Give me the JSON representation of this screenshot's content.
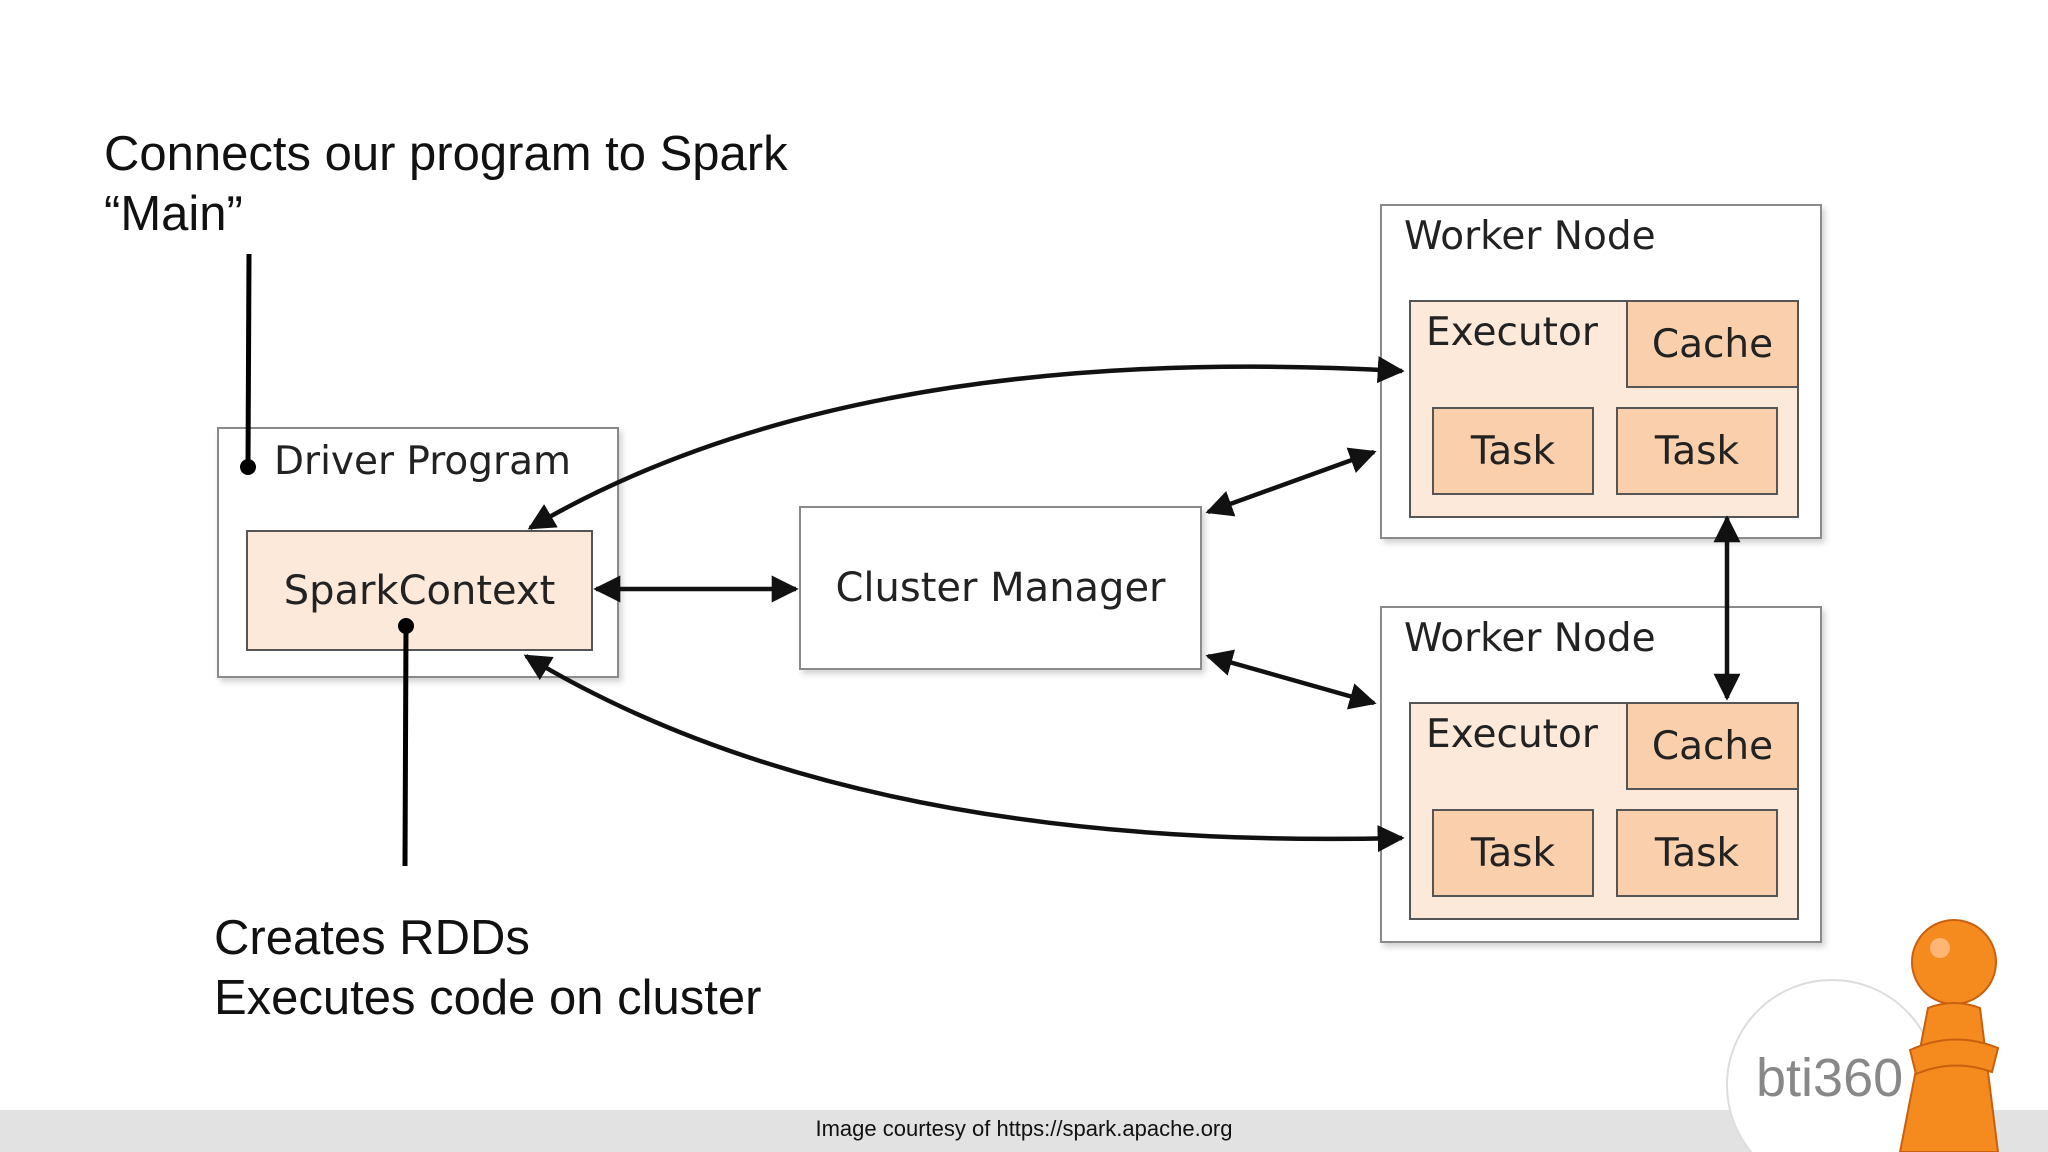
{
  "annotations": {
    "driver_note_line1": "Connects our program to Spark",
    "driver_note_line2": "“Main”",
    "context_note_line1": "Creates RDDs",
    "context_note_line2": "Executes code on cluster"
  },
  "diagram": {
    "driver": {
      "title": "Driver Program",
      "context": "SparkContext"
    },
    "cluster_manager": "Cluster Manager",
    "workers": [
      {
        "title": "Worker Node",
        "executor": "Executor",
        "cache": "Cache",
        "tasks": [
          "Task",
          "Task"
        ]
      },
      {
        "title": "Worker Node",
        "executor": "Executor",
        "cache": "Cache",
        "tasks": [
          "Task",
          "Task"
        ]
      }
    ]
  },
  "footer": {
    "credit": "Image courtesy of https://spark.apache.org"
  },
  "logo": {
    "text": "bti360"
  },
  "colors": {
    "executor_fill": "#fce9da",
    "cache_task_fill": "#f9cfac",
    "mascot_orange": "#f58a1f"
  }
}
